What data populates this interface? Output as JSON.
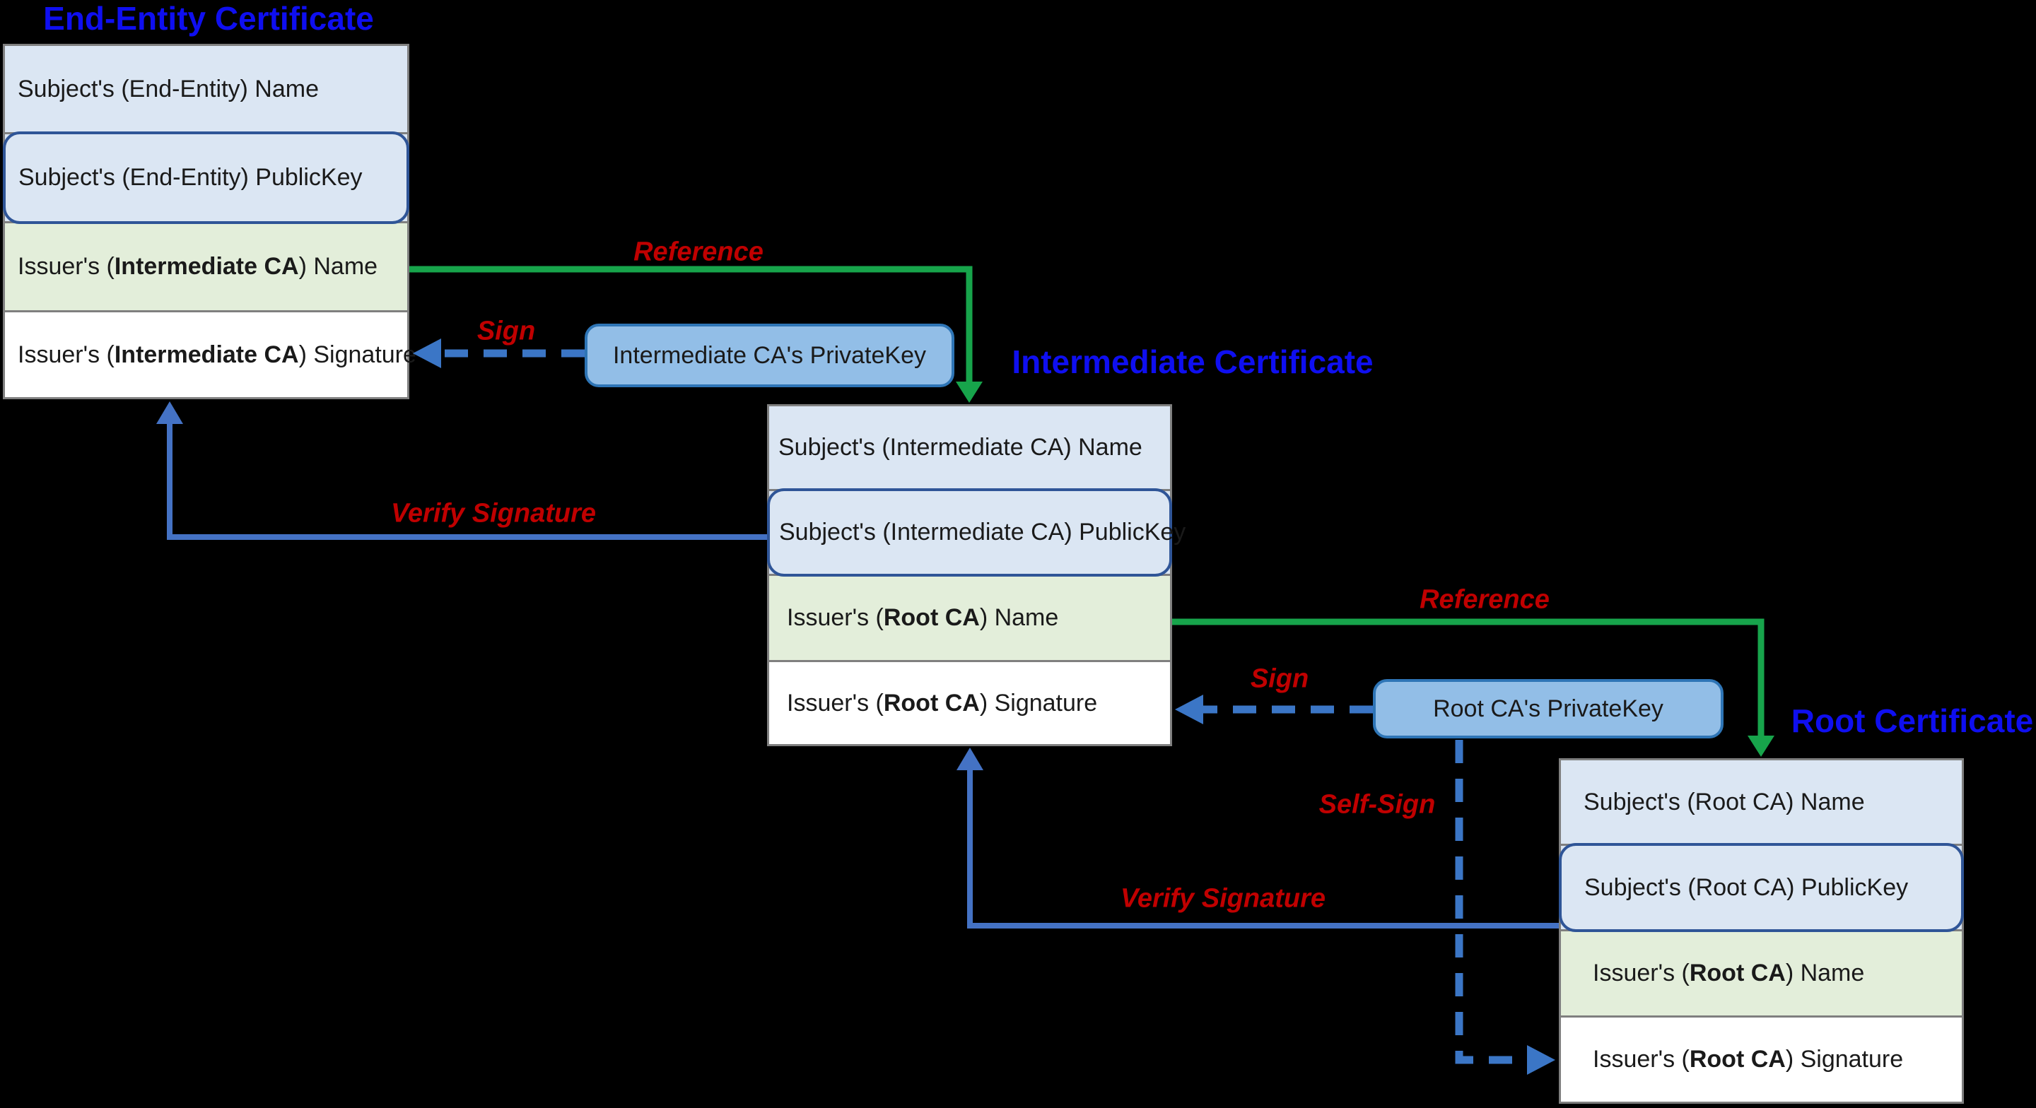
{
  "colors": {
    "background": "#000000",
    "title_blue": "#0f0ff0",
    "label_red": "#c00000",
    "row_blue": "#dbe6f3",
    "row_green": "#e3eeda",
    "row_white": "#ffffff",
    "box_border": "#7f7f7f",
    "pubkey_border": "#2f5597",
    "pk_fill": "#92bee7",
    "pk_border": "#2e75b6",
    "green_line": "#17a44b",
    "blue_solid": "#4472c4",
    "blue_dash": "#3b76c6",
    "text": "#1a1a1a"
  },
  "certs": [
    {
      "title": "End-Entity Certificate",
      "rows": [
        {
          "pre": "Subject's (End-Entity) Name",
          "bold": "",
          "post": ""
        },
        {
          "pre": "Subject's (End-Entity) PublicKey",
          "bold": "",
          "post": ""
        },
        {
          "pre": "Issuer's (",
          "bold": "Intermediate CA",
          "post": ") Name"
        },
        {
          "pre": "Issuer's (",
          "bold": "Intermediate CA",
          "post": ") Signature"
        }
      ]
    },
    {
      "title": "Intermediate Certificate",
      "rows": [
        {
          "pre": "Subject's (Intermediate CA) Name",
          "bold": "",
          "post": ""
        },
        {
          "pre": "Subject's (Intermediate CA) PublicKey",
          "bold": "",
          "post": ""
        },
        {
          "pre": "Issuer's (",
          "bold": "Root CA",
          "post": ") Name"
        },
        {
          "pre": "Issuer's (",
          "bold": "Root CA",
          "post": ") Signature"
        }
      ]
    },
    {
      "title": "Root Certificate",
      "rows": [
        {
          "pre": "Subject's (Root CA) Name",
          "bold": "",
          "post": ""
        },
        {
          "pre": "Subject's (Root CA) PublicKey",
          "bold": "",
          "post": ""
        },
        {
          "pre": "Issuer's (",
          "bold": "Root CA",
          "post": ") Name"
        },
        {
          "pre": "Issuer's (",
          "bold": "Root CA",
          "post": ") Signature"
        }
      ]
    }
  ],
  "private_keys": [
    {
      "label": "Intermediate CA's PrivateKey"
    },
    {
      "label": "Root CA's PrivateKey"
    }
  ],
  "arrows": {
    "reference1": {
      "label": "Reference"
    },
    "sign1": {
      "label": "Sign"
    },
    "verify1": {
      "label": "Verify Signature"
    },
    "reference2": {
      "label": "Reference"
    },
    "sign2": {
      "label": "Sign"
    },
    "self_sign": {
      "label": "Self-Sign"
    },
    "verify2": {
      "label": "Verify Signature"
    }
  }
}
